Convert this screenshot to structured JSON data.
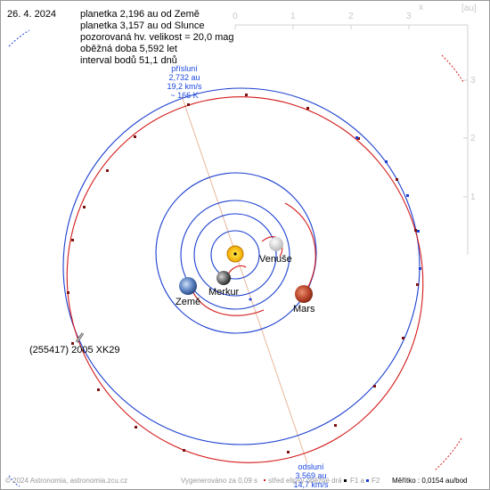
{
  "date": "26. 4. 2024",
  "info": {
    "line1": "planetka 2,196 au od Země",
    "line2": "planetka 3,157 au od Slunce",
    "line3": "pozorovaná hv. velikost = 20,0 mag",
    "line4": "oběžná doba 5,592 let",
    "line5": "interval bodů 51,1 dnů"
  },
  "perihelion": {
    "label": "přísluní",
    "dist": "2,732 au",
    "speed": "19,2 km/s",
    "temp": "~ 166 K"
  },
  "aphelion": {
    "label": "odsluní",
    "dist": "3,569 au",
    "speed": "14,7 km/s"
  },
  "planets": {
    "venus": "Venuše",
    "mercury": "Merkur",
    "earth": "Země",
    "mars": "Mars"
  },
  "asteroid": "(255417) 2005 XK29",
  "axes": {
    "x_ticks": [
      "0",
      "1",
      "2",
      "3"
    ],
    "y_ticks": [
      "1",
      "2",
      "3"
    ],
    "x_label": "x",
    "unit": "[au]"
  },
  "footer": {
    "copyright": "© 2024 Astronomia, astronomia.zcu.cz",
    "generated": "Vygenerováno za 0,09 s",
    "legend_mid": "střed elipsy oběžné dráhy planetky",
    "legend_f1": "F1 a",
    "legend_f2": "F2",
    "scale": "Měřítko : 0,0154 au/bod"
  },
  "colors": {
    "asteroid_orbit": "#d41a1a",
    "planet_orbit": "#1a3fd0",
    "sun": "#f7c600",
    "mars": "#c0482c",
    "earth": "#3a66a8",
    "sight_line": "#e8b89a",
    "axis": "#d0d0d0"
  }
}
